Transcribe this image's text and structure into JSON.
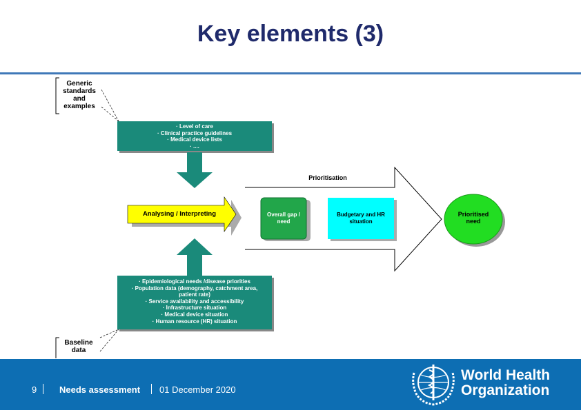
{
  "slide": {
    "title": "Key elements (3)"
  },
  "diagram": {
    "generic_label_lines": [
      "Generic",
      "standards",
      "and",
      "examples"
    ],
    "top_box_lines": [
      "· Level of care",
      "· Clinical practice guidelines",
      "· Medical device lists",
      "· ...."
    ],
    "analysing_label": "Analysing / Interpreting",
    "prioritisation_label": "Prioritisation",
    "overall_gap_lines": [
      "Overall gap /",
      "need"
    ],
    "budgetary_lines": [
      "Budgetary and HR",
      "situation"
    ],
    "prioritised_lines": [
      "Prioritised",
      "need"
    ],
    "bottom_box_lines": [
      "· Epidemiological needs /disease priorities",
      "· Population data (demography, catchment area,",
      "patient rate)",
      "· Service availability and accessibility",
      "· Infrastructure situation",
      "· Medical device situation",
      "· Human resource (HR) situation"
    ],
    "baseline_label_lines": [
      "Baseline",
      "data"
    ],
    "colors": {
      "teal": "#1a8a7a",
      "yellow": "#ffff00",
      "green": "#22a64a",
      "cyan": "#00ffff",
      "bright_green": "#22dd22"
    }
  },
  "footer": {
    "page_number": "9",
    "section": "Needs assessment",
    "date": "01 December 2020",
    "org_name_lines": [
      "World Health",
      "Organization"
    ],
    "logo_icon": "who-emblem-icon"
  }
}
